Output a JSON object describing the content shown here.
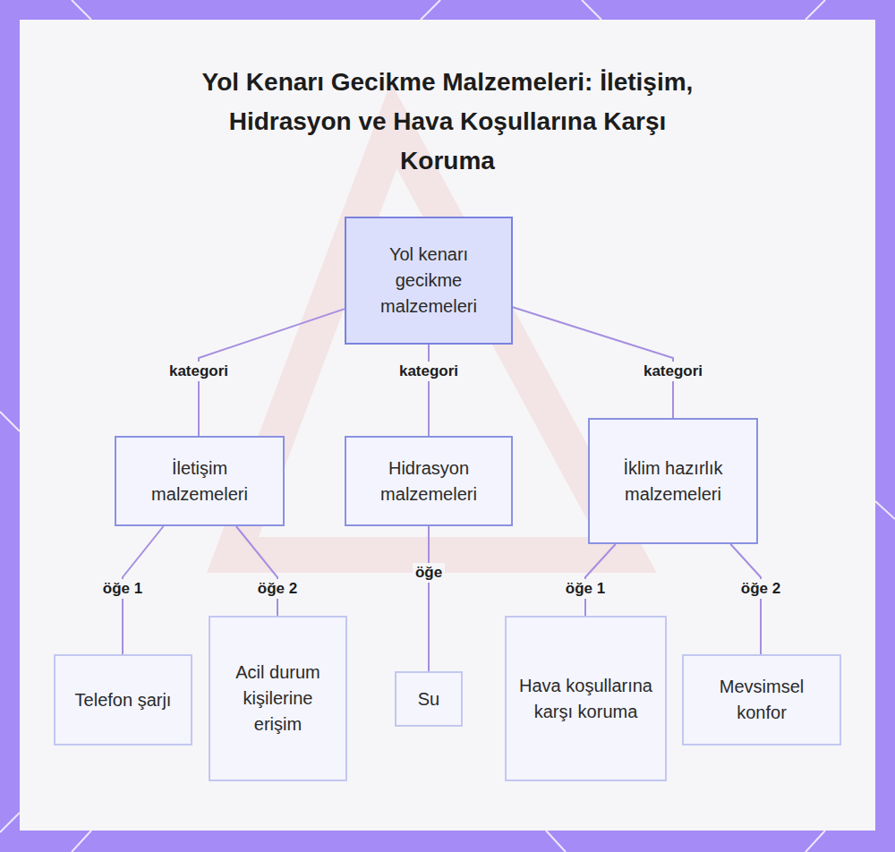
{
  "diagram": {
    "title": "Yol Kenarı Gecikme Malzemeleri: İletişim, Hidrasyon ve Hava Koşullarına Karşı Koruma",
    "nodes": [
      {
        "text": [
          "Yol kenarı gecikme malzemeleri"
        ]
      },
      {
        "text": [
          "İletişim malzemeleri"
        ]
      },
      {
        "text": [
          "Hidrasyon malzemeleri"
        ]
      },
      {
        "text": [
          "İklim hazırlık malzemeleri"
        ]
      },
      {
        "text": [
          "Telefon şarjı"
        ]
      },
      {
        "text": [
          "Acil durum kişilerine erişim"
        ]
      },
      {
        "text": [
          "Su"
        ]
      },
      {
        "text": [
          "Hava koşullarına karşı koruma"
        ]
      },
      {
        "text": [
          "Mevsimsel konfor"
        ]
      }
    ],
    "edges": [
      {
        "from": 0,
        "to": 1,
        "label": "kategori",
        "arrow": "none"
      },
      {
        "from": 0,
        "to": 2,
        "label": "kategori",
        "arrow": "none"
      },
      {
        "from": 0,
        "to": 3,
        "label": "kategori",
        "arrow": "none"
      },
      {
        "from": 1,
        "to": 4,
        "label": "öğe 1",
        "arrow": "none"
      },
      {
        "from": 1,
        "to": 5,
        "label": "öğe 2",
        "arrow": "none"
      },
      {
        "from": 2,
        "to": 6,
        "label": "öğe",
        "arrow": "none"
      },
      {
        "from": 3,
        "to": 7,
        "label": "öğe 1",
        "arrow": "none"
      },
      {
        "from": 3,
        "to": 8,
        "label": "öğe 2",
        "arrow": "none"
      }
    ]
  }
}
